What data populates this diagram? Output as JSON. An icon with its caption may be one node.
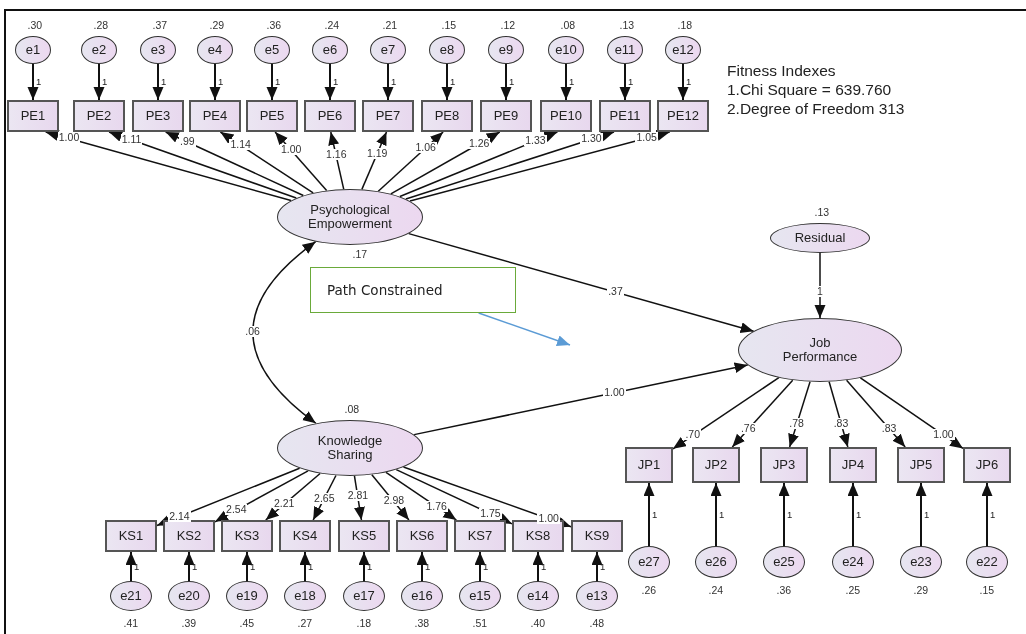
{
  "diagram": {
    "nodes": [
      {
        "text": [
          "e1"
        ],
        "beside": [
          ".30"
        ]
      },
      {
        "text": [
          "e2"
        ],
        "beside": [
          ".28"
        ]
      },
      {
        "text": [
          "e3"
        ],
        "beside": [
          ".37"
        ]
      },
      {
        "text": [
          "e4"
        ],
        "beside": [
          ".29"
        ]
      },
      {
        "text": [
          "e5"
        ],
        "beside": [
          ".36"
        ]
      },
      {
        "text": [
          "e6"
        ],
        "beside": [
          ".24"
        ]
      },
      {
        "text": [
          "e7"
        ],
        "beside": [
          ".21"
        ]
      },
      {
        "text": [
          "e8"
        ],
        "beside": [
          ".15"
        ]
      },
      {
        "text": [
          "e9"
        ],
        "beside": [
          ".12"
        ]
      },
      {
        "text": [
          "e10"
        ],
        "beside": [
          ".08"
        ]
      },
      {
        "text": [
          "e11"
        ],
        "beside": [
          ".13"
        ]
      },
      {
        "text": [
          "e12"
        ],
        "beside": [
          ".18"
        ]
      },
      {
        "text": [
          "PE1"
        ]
      },
      {
        "text": [
          "PE2"
        ]
      },
      {
        "text": [
          "PE3"
        ]
      },
      {
        "text": [
          "PE4"
        ]
      },
      {
        "text": [
          "PE5"
        ]
      },
      {
        "text": [
          "PE6"
        ]
      },
      {
        "text": [
          "PE7"
        ]
      },
      {
        "text": [
          "PE8"
        ]
      },
      {
        "text": [
          "PE9"
        ]
      },
      {
        "text": [
          "PE10"
        ]
      },
      {
        "text": [
          "PE11"
        ]
      },
      {
        "text": [
          "PE12"
        ]
      },
      {
        "text": [
          "Residual"
        ],
        "beside": [
          ".13"
        ]
      },
      {
        "text": [
          "Psychological Empowerment"
        ],
        "beside": [
          ".17"
        ]
      },
      {
        "text": [
          "Path Constrained"
        ]
      },
      {
        "text": [
          "Job Performance"
        ]
      },
      {
        "text": [
          "Knowledge Sharing"
        ],
        "beside": [
          ".08"
        ]
      },
      {
        "text": [
          "JP1"
        ]
      },
      {
        "text": [
          "JP2"
        ]
      },
      {
        "text": [
          "JP3"
        ]
      },
      {
        "text": [
          "JP4"
        ]
      },
      {
        "text": [
          "JP5"
        ]
      },
      {
        "text": [
          "JP6"
        ]
      },
      {
        "text": [
          "KS1"
        ]
      },
      {
        "text": [
          "KS2"
        ]
      },
      {
        "text": [
          "KS3"
        ]
      },
      {
        "text": [
          "KS4"
        ]
      },
      {
        "text": [
          "KS5"
        ]
      },
      {
        "text": [
          "KS6"
        ]
      },
      {
        "text": [
          "KS7"
        ]
      },
      {
        "text": [
          "KS8"
        ]
      },
      {
        "text": [
          "KS9"
        ]
      },
      {
        "text": [
          "e21"
        ],
        "beside": [
          ".41"
        ]
      },
      {
        "text": [
          "e20"
        ],
        "beside": [
          ".39"
        ]
      },
      {
        "text": [
          "e19"
        ],
        "beside": [
          ".45"
        ]
      },
      {
        "text": [
          "e18"
        ],
        "beside": [
          ".27"
        ]
      },
      {
        "text": [
          "e17"
        ],
        "beside": [
          ".18"
        ]
      },
      {
        "text": [
          "e16"
        ],
        "beside": [
          ".38"
        ]
      },
      {
        "text": [
          "e15"
        ],
        "beside": [
          ".51"
        ]
      },
      {
        "text": [
          "e14"
        ],
        "beside": [
          ".40"
        ]
      },
      {
        "text": [
          "e13"
        ],
        "beside": [
          ".48"
        ]
      },
      {
        "text": [
          "e27"
        ],
        "beside": [
          ".26"
        ]
      },
      {
        "text": [
          "e26"
        ],
        "beside": [
          ".24"
        ]
      },
      {
        "text": [
          "e25"
        ],
        "beside": [
          ".36"
        ]
      },
      {
        "text": [
          "e24"
        ],
        "beside": [
          ".25"
        ]
      },
      {
        "text": [
          "e23"
        ],
        "beside": [
          ".29"
        ]
      },
      {
        "text": [
          "e22"
        ],
        "beside": [
          ".15"
        ]
      }
    ],
    "edges": [
      {
        "from": 0,
        "to": 12,
        "arrow": "to",
        "label": "1"
      },
      {
        "from": 1,
        "to": 13,
        "arrow": "to",
        "label": "1"
      },
      {
        "from": 2,
        "to": 14,
        "arrow": "to",
        "label": "1"
      },
      {
        "from": 3,
        "to": 15,
        "arrow": "to",
        "label": "1"
      },
      {
        "from": 4,
        "to": 16,
        "arrow": "to",
        "label": "1"
      },
      {
        "from": 5,
        "to": 17,
        "arrow": "to",
        "label": "1"
      },
      {
        "from": 6,
        "to": 18,
        "arrow": "to",
        "label": "1"
      },
      {
        "from": 7,
        "to": 19,
        "arrow": "to",
        "label": "1"
      },
      {
        "from": 8,
        "to": 20,
        "arrow": "to",
        "label": "1"
      },
      {
        "from": 9,
        "to": 21,
        "arrow": "to",
        "label": "1"
      },
      {
        "from": 10,
        "to": 22,
        "arrow": "to",
        "label": "1"
      },
      {
        "from": 11,
        "to": 23,
        "arrow": "to",
        "label": "1"
      },
      {
        "from": 25,
        "to": 12,
        "arrow": "to",
        "label": "1.00"
      },
      {
        "from": 25,
        "to": 13,
        "arrow": "to",
        "label": "1.11"
      },
      {
        "from": 25,
        "to": 14,
        "arrow": "to",
        "label": ".99"
      },
      {
        "from": 25,
        "to": 15,
        "arrow": "to",
        "label": "1.14"
      },
      {
        "from": 25,
        "to": 16,
        "arrow": "to",
        "label": "1.00"
      },
      {
        "from": 25,
        "to": 17,
        "arrow": "to",
        "label": "1.16"
      },
      {
        "from": 25,
        "to": 18,
        "arrow": "to",
        "label": "1.19"
      },
      {
        "from": 25,
        "to": 19,
        "arrow": "to",
        "label": "1.06"
      },
      {
        "from": 25,
        "to": 20,
        "arrow": "to",
        "label": "1.26"
      },
      {
        "from": 25,
        "to": 21,
        "arrow": "to",
        "label": "1.33"
      },
      {
        "from": 25,
        "to": 22,
        "arrow": "to",
        "label": "1.30"
      },
      {
        "from": 25,
        "to": 23,
        "arrow": "to",
        "label": "1.05"
      },
      {
        "from": 24,
        "to": 27,
        "arrow": "to",
        "label": "1"
      },
      {
        "from": 25,
        "to": 28,
        "arrow": "both",
        "label": ".06"
      },
      {
        "from": 25,
        "to": 27,
        "arrow": "to",
        "label": ".37"
      },
      {
        "from": 28,
        "to": 27,
        "arrow": "to",
        "label": "1.00"
      },
      {
        "from": 26,
        "to": null,
        "arrow": "to",
        "color": "#5b9bd5"
      },
      {
        "from": 27,
        "to": 29,
        "arrow": "to",
        "label": ".70"
      },
      {
        "from": 27,
        "to": 30,
        "arrow": "to",
        "label": ".76"
      },
      {
        "from": 27,
        "to": 31,
        "arrow": "to",
        "label": ".78"
      },
      {
        "from": 27,
        "to": 32,
        "arrow": "to",
        "label": ".83"
      },
      {
        "from": 27,
        "to": 33,
        "arrow": "to",
        "label": ".83"
      },
      {
        "from": 27,
        "to": 34,
        "arrow": "to",
        "label": "1.00"
      },
      {
        "from": 28,
        "to": 35,
        "arrow": "to",
        "label": "2.14"
      },
      {
        "from": 28,
        "to": 36,
        "arrow": "to",
        "label": "2.54"
      },
      {
        "from": 28,
        "to": 37,
        "arrow": "to",
        "label": "2.21"
      },
      {
        "from": 28,
        "to": 38,
        "arrow": "to",
        "label": "2.65"
      },
      {
        "from": 28,
        "to": 39,
        "arrow": "to",
        "label": "2.81"
      },
      {
        "from": 28,
        "to": 40,
        "arrow": "to",
        "label": "2.98"
      },
      {
        "from": 28,
        "to": 41,
        "arrow": "to",
        "label": "1.76"
      },
      {
        "from": 28,
        "to": 42,
        "arrow": "to",
        "label": "1.75"
      },
      {
        "from": 28,
        "to": 43,
        "arrow": "to",
        "label": "1.00"
      },
      {
        "from": 44,
        "to": 35,
        "arrow": "to",
        "label": "1"
      },
      {
        "from": 45,
        "to": 36,
        "arrow": "to",
        "label": "1"
      },
      {
        "from": 46,
        "to": 37,
        "arrow": "to",
        "label": "1"
      },
      {
        "from": 47,
        "to": 38,
        "arrow": "to",
        "label": "1"
      },
      {
        "from": 48,
        "to": 39,
        "arrow": "to",
        "label": "1"
      },
      {
        "from": 49,
        "to": 40,
        "arrow": "to",
        "label": "1"
      },
      {
        "from": 50,
        "to": 41,
        "arrow": "to",
        "label": "1"
      },
      {
        "from": 51,
        "to": 42,
        "arrow": "to",
        "label": "1"
      },
      {
        "from": 52,
        "to": 43,
        "arrow": "to",
        "label": "1"
      },
      {
        "from": 53,
        "to": 29,
        "arrow": "to",
        "label": "1"
      },
      {
        "from": 54,
        "to": 30,
        "arrow": "to",
        "label": "1"
      },
      {
        "from": 55,
        "to": 31,
        "arrow": "to",
        "label": "1"
      },
      {
        "from": 56,
        "to": 32,
        "arrow": "to",
        "label": "1"
      },
      {
        "from": 57,
        "to": 33,
        "arrow": "to",
        "label": "1"
      },
      {
        "from": 58,
        "to": 34,
        "arrow": "to",
        "label": "1"
      }
    ],
    "labels": [
      "Fitness Indexes",
      "1.Chi Square = 639.760",
      "2.Degree of Freedom 313"
    ]
  }
}
